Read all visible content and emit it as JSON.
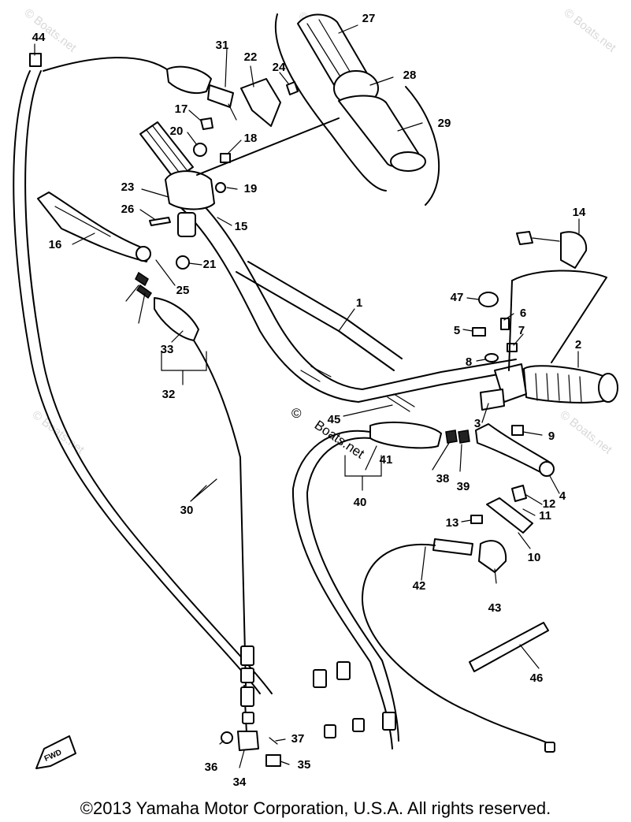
{
  "watermark": "© Boats.net",
  "inline_watermark": {
    "copyright_mark": "©",
    "text": "Boats.net"
  },
  "fwd_tag": "FWD",
  "copyright": "©2013 Yamaha Motor Corporation, U.S.A. All rights reserved.",
  "part_numbers": [
    "1",
    "2",
    "3",
    "4",
    "5",
    "6",
    "7",
    "8",
    "9",
    "10",
    "11",
    "12",
    "13",
    "14",
    "15",
    "16",
    "17",
    "18",
    "19",
    "20",
    "21",
    "22",
    "23",
    "24",
    "25",
    "26",
    "27",
    "28",
    "29",
    "30",
    "31",
    "32",
    "33",
    "34",
    "35",
    "36",
    "37",
    "38",
    "39",
    "40",
    "41",
    "42",
    "43",
    "44",
    "45",
    "46",
    "47"
  ]
}
